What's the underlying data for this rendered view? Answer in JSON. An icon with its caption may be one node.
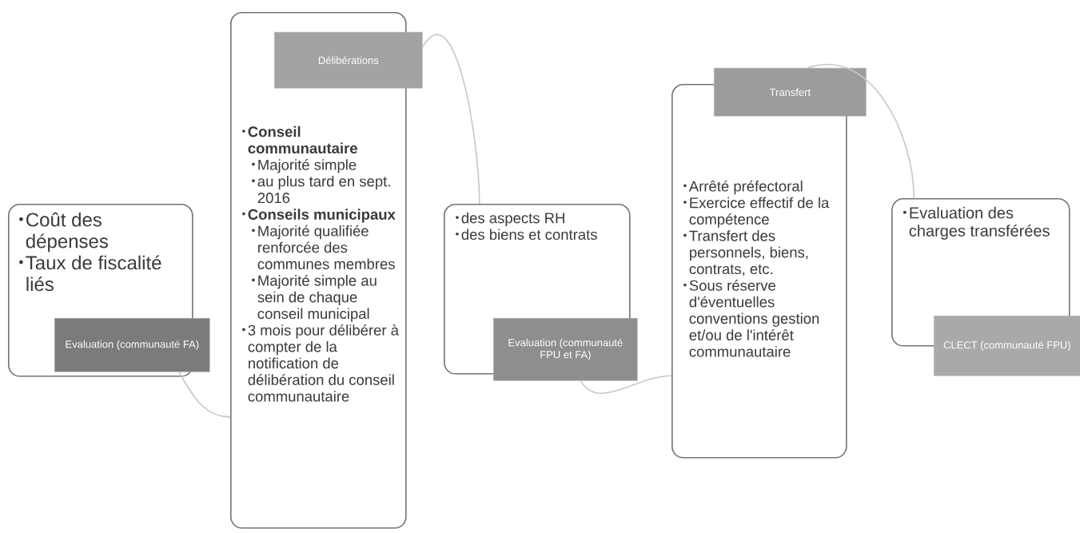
{
  "diagram": {
    "nodes": [
      {
        "text": [
          "Coût des dépenses",
          "Taux de fiscalité liés"
        ]
      },
      {
        "text": [
          "Evaluation (communauté FA)"
        ]
      },
      {
        "text": [
          "Délibérations"
        ]
      },
      {
        "text": [
          "Conseil communautaire",
          "Majorité simple",
          "au plus tard en sept. 2016",
          "Conseils municipaux",
          "Majorité qualifiée renforcée des communes membres",
          "Majorité simple au sein de chaque conseil municipal",
          "3 mois pour délibérer à compter de la notification de délibération du conseil communautaire"
        ]
      },
      {
        "text": [
          "des aspects RH",
          "des biens et contrats"
        ]
      },
      {
        "text": [
          "Evaluation (communauté FPU et FA)"
        ]
      },
      {
        "text": [
          "Transfert"
        ]
      },
      {
        "text": [
          "Arrêté préfectoral",
          "Exercice effectif de la compétence",
          "Transfert des personnels, biens, contrats, etc.",
          "Sous réserve d'éventuelles conventions gestion et/ou de l'intérêt communautaire"
        ]
      },
      {
        "text": [
          "Evaluation des charges transférées"
        ]
      },
      {
        "text": [
          "CLECT (communauté FPU)"
        ]
      }
    ],
    "edges": [
      {
        "from": 1,
        "to": 3,
        "arrow": "none"
      },
      {
        "from": 2,
        "to": 4,
        "arrow": "none"
      },
      {
        "from": 5,
        "to": 7,
        "arrow": "none"
      },
      {
        "from": 6,
        "to": 8,
        "arrow": "none"
      }
    ]
  }
}
